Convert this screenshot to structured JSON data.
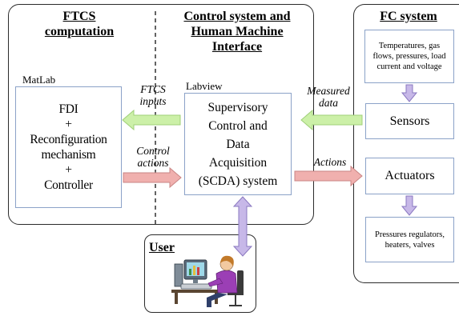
{
  "sections": {
    "ftcs_heading": "FTCS computation",
    "control_heading": "Control system and Human Machine Interface",
    "fc_heading": "FC system",
    "user_heading": "User"
  },
  "labels": {
    "matlab": "MatLab",
    "labview": "Labview"
  },
  "boxes": {
    "fdi_lines": [
      "FDI",
      "+",
      "Reconfiguration",
      "mechanism",
      "+",
      "Controller"
    ],
    "scda_lines": [
      "Supervisory",
      "Control and",
      "Data",
      "Acquisition",
      "(SCDA) system"
    ],
    "fc_inputs": "Temperatures, gas flows, pressures, load current and voltage",
    "sensors": "Sensors",
    "actuators": "Actuators",
    "fc_outputs": "Pressures regulators, heaters, valves"
  },
  "arrow_labels": {
    "ftcs_inputs": "FTCS inputs",
    "control_actions": "Control actions",
    "measured_data": "Measured data",
    "actions": "Actions"
  },
  "colors": {
    "green_arrow": "#ccf0a8",
    "green_arrow_edge": "#9fcf78",
    "red_arrow": "#f0b0ae",
    "red_arrow_edge": "#c98584",
    "purple_arrow": "#c7b8e8",
    "purple_arrow_edge": "#8a78c0",
    "box_border": "#8ba2c8"
  },
  "icons": {
    "user": "person-at-computer-icon"
  }
}
